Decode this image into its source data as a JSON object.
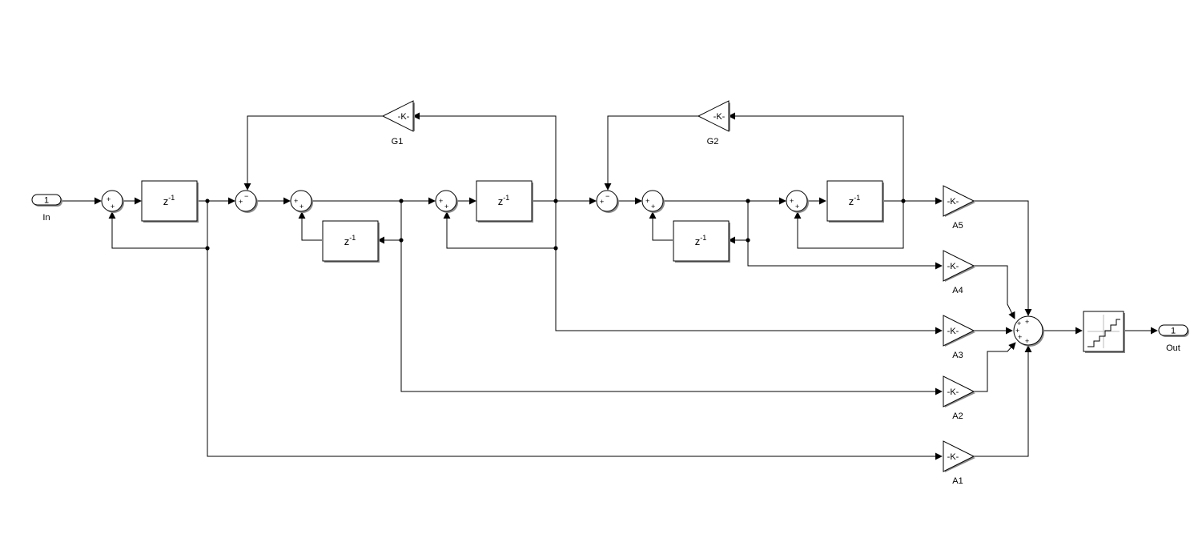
{
  "ports": {
    "in": {
      "number": "1",
      "name": "In"
    },
    "out": {
      "number": "1",
      "name": "Out"
    }
  },
  "delay": {
    "base": "z",
    "exponent": "-1"
  },
  "gain_text": "-K-",
  "gains": {
    "g1": "G1",
    "g2": "G2",
    "a1": "A1",
    "a2": "A2",
    "a3": "A3",
    "a4": "A4",
    "a5": "A5"
  },
  "signs": {
    "plus": "+",
    "minus": "−"
  },
  "final_block": "quantizer",
  "colors": {
    "line": "#000000",
    "block_fill": "#ffffff",
    "shadow": "#8a8a8a"
  }
}
